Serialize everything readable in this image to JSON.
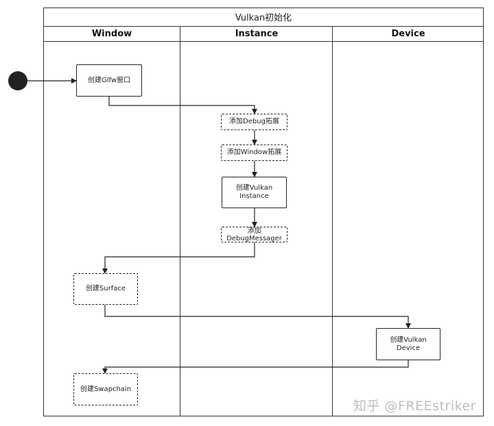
{
  "diagram": {
    "title": "Vulkan初始化",
    "lanes": [
      {
        "name": "Window"
      },
      {
        "name": "Instance"
      },
      {
        "name": "Device"
      }
    ],
    "nodes": [
      {
        "id": "create_glfw_window",
        "label": "创建Glfw窗口",
        "style": "solid"
      },
      {
        "id": "add_debug_ext",
        "label": "添加Debug拓展",
        "style": "dashed"
      },
      {
        "id": "add_window_ext",
        "label": "添加Window拓展",
        "style": "dashed"
      },
      {
        "id": "create_vk_instance",
        "label": "创建Vulkan\nInstance",
        "style": "solid"
      },
      {
        "id": "add_debug_messenger",
        "label": "添加\nDebugMessager",
        "style": "dashed"
      },
      {
        "id": "create_surface",
        "label": "创建Surface",
        "style": "dashed"
      },
      {
        "id": "create_vk_device",
        "label": "创建Vulkan\nDevice",
        "style": "solid"
      },
      {
        "id": "create_swapchain",
        "label": "创建Swapchain",
        "style": "dashed"
      }
    ],
    "edges": [
      {
        "from": "start",
        "to": "create_glfw_window"
      },
      {
        "from": "create_glfw_window",
        "to": "add_debug_ext"
      },
      {
        "from": "add_debug_ext",
        "to": "add_window_ext"
      },
      {
        "from": "add_window_ext",
        "to": "create_vk_instance"
      },
      {
        "from": "create_vk_instance",
        "to": "add_debug_messenger"
      },
      {
        "from": "add_debug_messenger",
        "to": "create_surface"
      },
      {
        "from": "create_surface",
        "to": "create_vk_device"
      },
      {
        "from": "create_vk_device",
        "to": "create_swapchain"
      }
    ]
  },
  "watermark": "知乎 @FREEstriker"
}
